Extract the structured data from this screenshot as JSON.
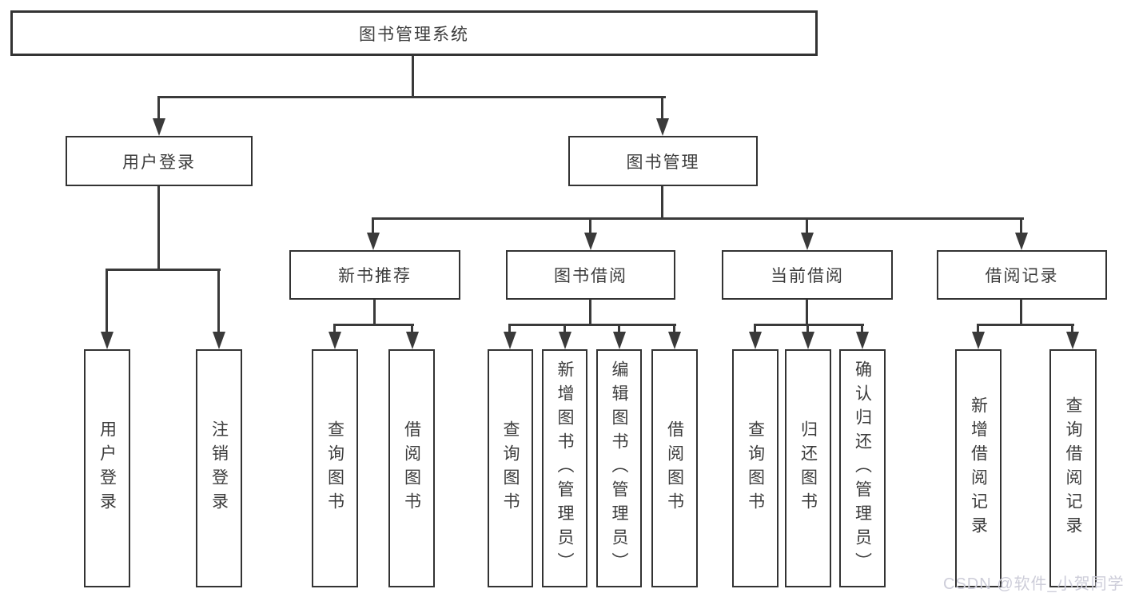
{
  "nodes": {
    "root": "图书管理系统",
    "user_login": "用户登录",
    "book_mgmt": "图书管理",
    "new_book_rec": "新书推荐",
    "book_borrow": "图书借阅",
    "current_borrow": "当前借阅",
    "borrow_records": "借阅记录",
    "leaf_user_login": "用户登录",
    "leaf_logout": "注销登录",
    "leaf_query_books_a": "查询图书",
    "leaf_borrow_books_a": "借阅图书",
    "leaf_query_books_b": "查询图书",
    "leaf_add_books": "新增图书（管理员）",
    "leaf_edit_books": "编辑图书（管理员）",
    "leaf_borrow_books_b": "借阅图书",
    "leaf_query_books_c": "查询图书",
    "leaf_return_books": "归还图书",
    "leaf_confirm_return": "确认归还（管理员）",
    "leaf_add_borrow_record": "新增借阅记录",
    "leaf_query_borrow_record": "查询借阅记录"
  },
  "watermark": "CSDN @软件_小贺同学",
  "colors": {
    "line": "#3a3a3a",
    "border": "#333333",
    "text": "#3c3c3c",
    "background": "#ffffff",
    "watermark": "#cdcdd9"
  }
}
